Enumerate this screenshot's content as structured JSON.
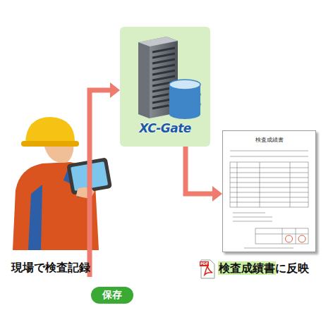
{
  "diagram": {
    "nodes": [
      {
        "text": [
          "現場で検査記録"
        ]
      },
      {
        "text": [
          "XC-Gate"
        ]
      },
      {
        "text": [
          "検査成績書"
        ]
      }
    ],
    "edges": [
      {
        "from": 0,
        "to": 1,
        "arrow": "to",
        "label": "保存"
      },
      {
        "from": 1,
        "to": 2,
        "arrow": "to"
      }
    ],
    "labels": [
      "PDF",
      "検査成績書に反映"
    ]
  }
}
